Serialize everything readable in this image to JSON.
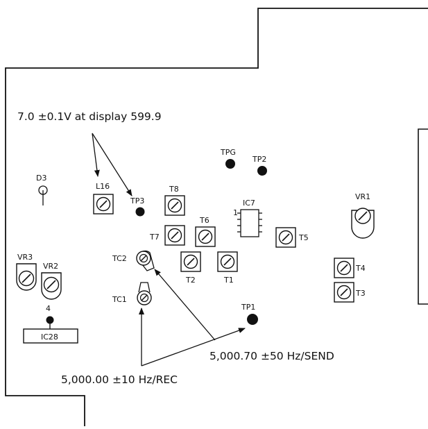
{
  "annotations": {
    "tp3_voltage": "7.0 ±0.1V at display 599.9",
    "tc1_rec": "5,000.00 ±10 Hz/REC",
    "tc2_send": "5,000.70 ±50 Hz/SEND"
  },
  "labels": {
    "d3": "D3",
    "l16": "L16",
    "tp3": "TP3",
    "t8": "T8",
    "tpg": "TPG",
    "tp2": "TP2",
    "ic7": "IC7",
    "ic7_pin1": "1",
    "t7": "T7",
    "t6": "T6",
    "t5": "T5",
    "vr1": "VR1",
    "tc2": "TC2",
    "t2": "T2",
    "t1": "T1",
    "t4": "T4",
    "t3": "T3",
    "tc1": "TC1",
    "tp1": "TP1",
    "vr3": "VR3",
    "vr2": "VR2",
    "ic28_pin": "4",
    "ic28": "IC28"
  },
  "colors": {
    "ink": "#111111",
    "paper": "#ffffff"
  }
}
